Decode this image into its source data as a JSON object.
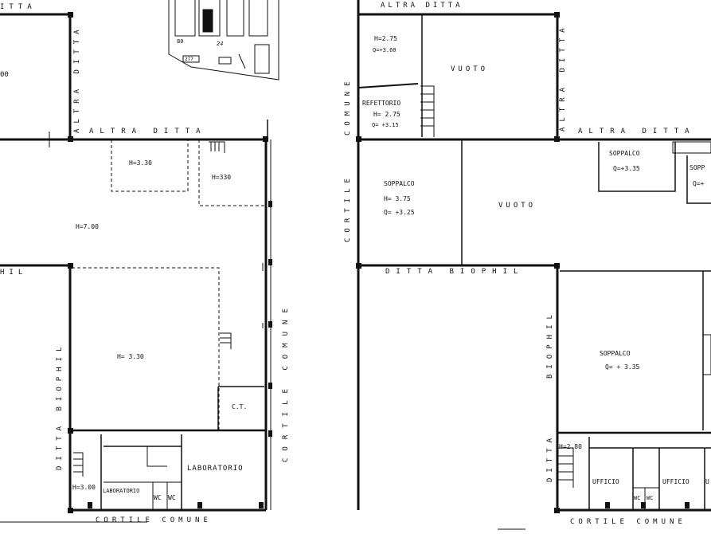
{
  "left_plan": {
    "top_edge_label": "ITTA",
    "altra_ditta_vertical": "ALTRA DITTA",
    "altra_ditta_horizontal": "ALTRA DITTA",
    "partial_height": "00",
    "room_h330_a": "H=3.30",
    "room_h330_b": "H=330",
    "main_height": "H=7.00",
    "hil_partial": "HIL",
    "inner_height": "H= 3.30",
    "ditta_biophil_vertical": "DITTA BIOPHIL",
    "cortile_comune_vertical": "CORTILE COMUNE",
    "ct": "C.T.",
    "laboratorio": "LABORATORIO",
    "laboratorio_small": "LABORATORIO",
    "h300": "H=3.00",
    "wc_1": "WC",
    "wc_2": "WC",
    "cortile_comune_bottom": "CORTILE COMUNE",
    "site_80": "80",
    "site_24": "24",
    "site_277": "277"
  },
  "right_plan": {
    "altra_ditta_top": "ALTRA DITTA",
    "h275_top": "H=2.75",
    "q360": "Q=+3.60",
    "vuoto_top": "VUOTO",
    "altra_ditta_vertical": "ALTRA DITTA",
    "cortile_comune_vertical_top": "COMUNE",
    "refettorio": "REFETTORIO",
    "h275_ref": "H= 2.75",
    "q315": "Q= +3.15",
    "altra_ditta_mid": "ALTRA DITTA",
    "soppalco_right_top": "SOPPALCO",
    "q335_right_top": "Q=+3.35",
    "soppalco_edge": "SOPP",
    "q_edge": "Q=+",
    "cortile_vertical_mid": "CORTILE",
    "soppalco_left": "SOPPALCO",
    "h375": "H= 3.75",
    "q325": "Q= +3.25",
    "vuoto_mid": "VUOTO",
    "ditta_biophil": "DITTA BIOPHIL",
    "biophil_vertical": "BIOPHIL",
    "ditta_vertical": "DITTA",
    "soppalco_big": "SOPPALCO",
    "q335_big": "Q= + 3.35",
    "h280": "H=2.80",
    "ufficio_1": "UFFICIO",
    "ufficio_2": "UFFICIO",
    "ufficio_3": "U",
    "wc_a": "WC",
    "wc_b": "WC",
    "cortile_comune_bottom": "CORTILE COMUNE"
  }
}
